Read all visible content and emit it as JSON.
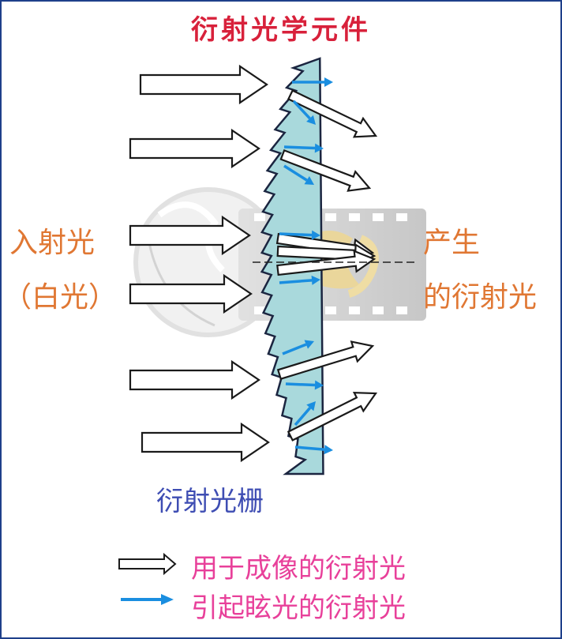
{
  "title": "衍射光学元件",
  "incident_label": "入射光",
  "incident_sub": "（白光）",
  "result_label_1": "产生",
  "result_label_2": "的衍射光",
  "grating_label": "衍射光栅",
  "legend": [
    {
      "icon": "outline-arrow-icon",
      "label": "用于成像的衍射光"
    },
    {
      "icon": "blue-arrow-icon",
      "label": "引起眩光的衍射光"
    }
  ],
  "colors": {
    "title": "#d8213b",
    "orange": "#e07733",
    "grating_label": "#3e4db3",
    "legend_text": "#e8409a",
    "blue_arrow": "#1a8ee0",
    "grating_fill": "#a9d9dc",
    "border": "#1e3f8a"
  }
}
